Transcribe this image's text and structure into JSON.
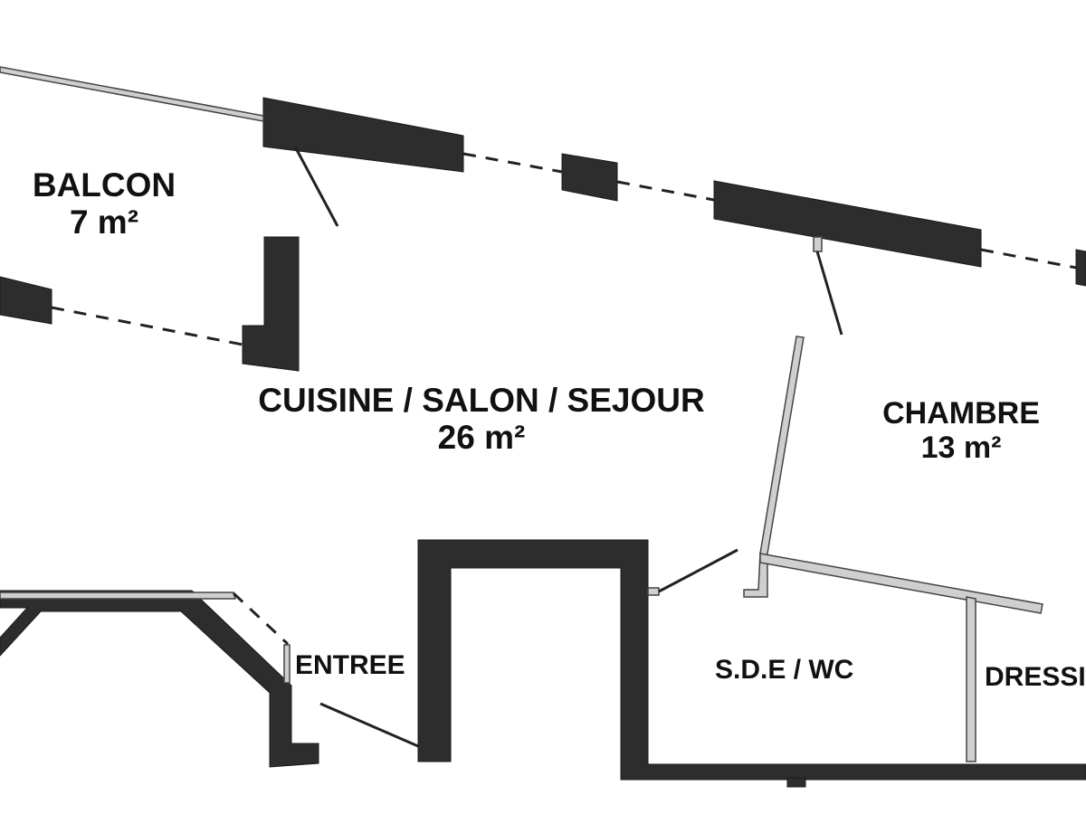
{
  "plan": {
    "colors": {
      "wall": "#2d2d2d",
      "partition": "#9a9a9a",
      "line": "#222222",
      "background": "#ffffff"
    },
    "rooms": {
      "balcon": {
        "name": "BALCON",
        "area": "7 m²"
      },
      "sejour": {
        "name": "CUISINE / SALON / SEJOUR",
        "area": "26 m²"
      },
      "chambre": {
        "name": "CHAMBRE",
        "area": "13 m²"
      },
      "entree": {
        "name": "ENTREE"
      },
      "sde": {
        "name": "S.D.E / WC"
      },
      "dressing": {
        "name": "DRESSING"
      }
    }
  }
}
